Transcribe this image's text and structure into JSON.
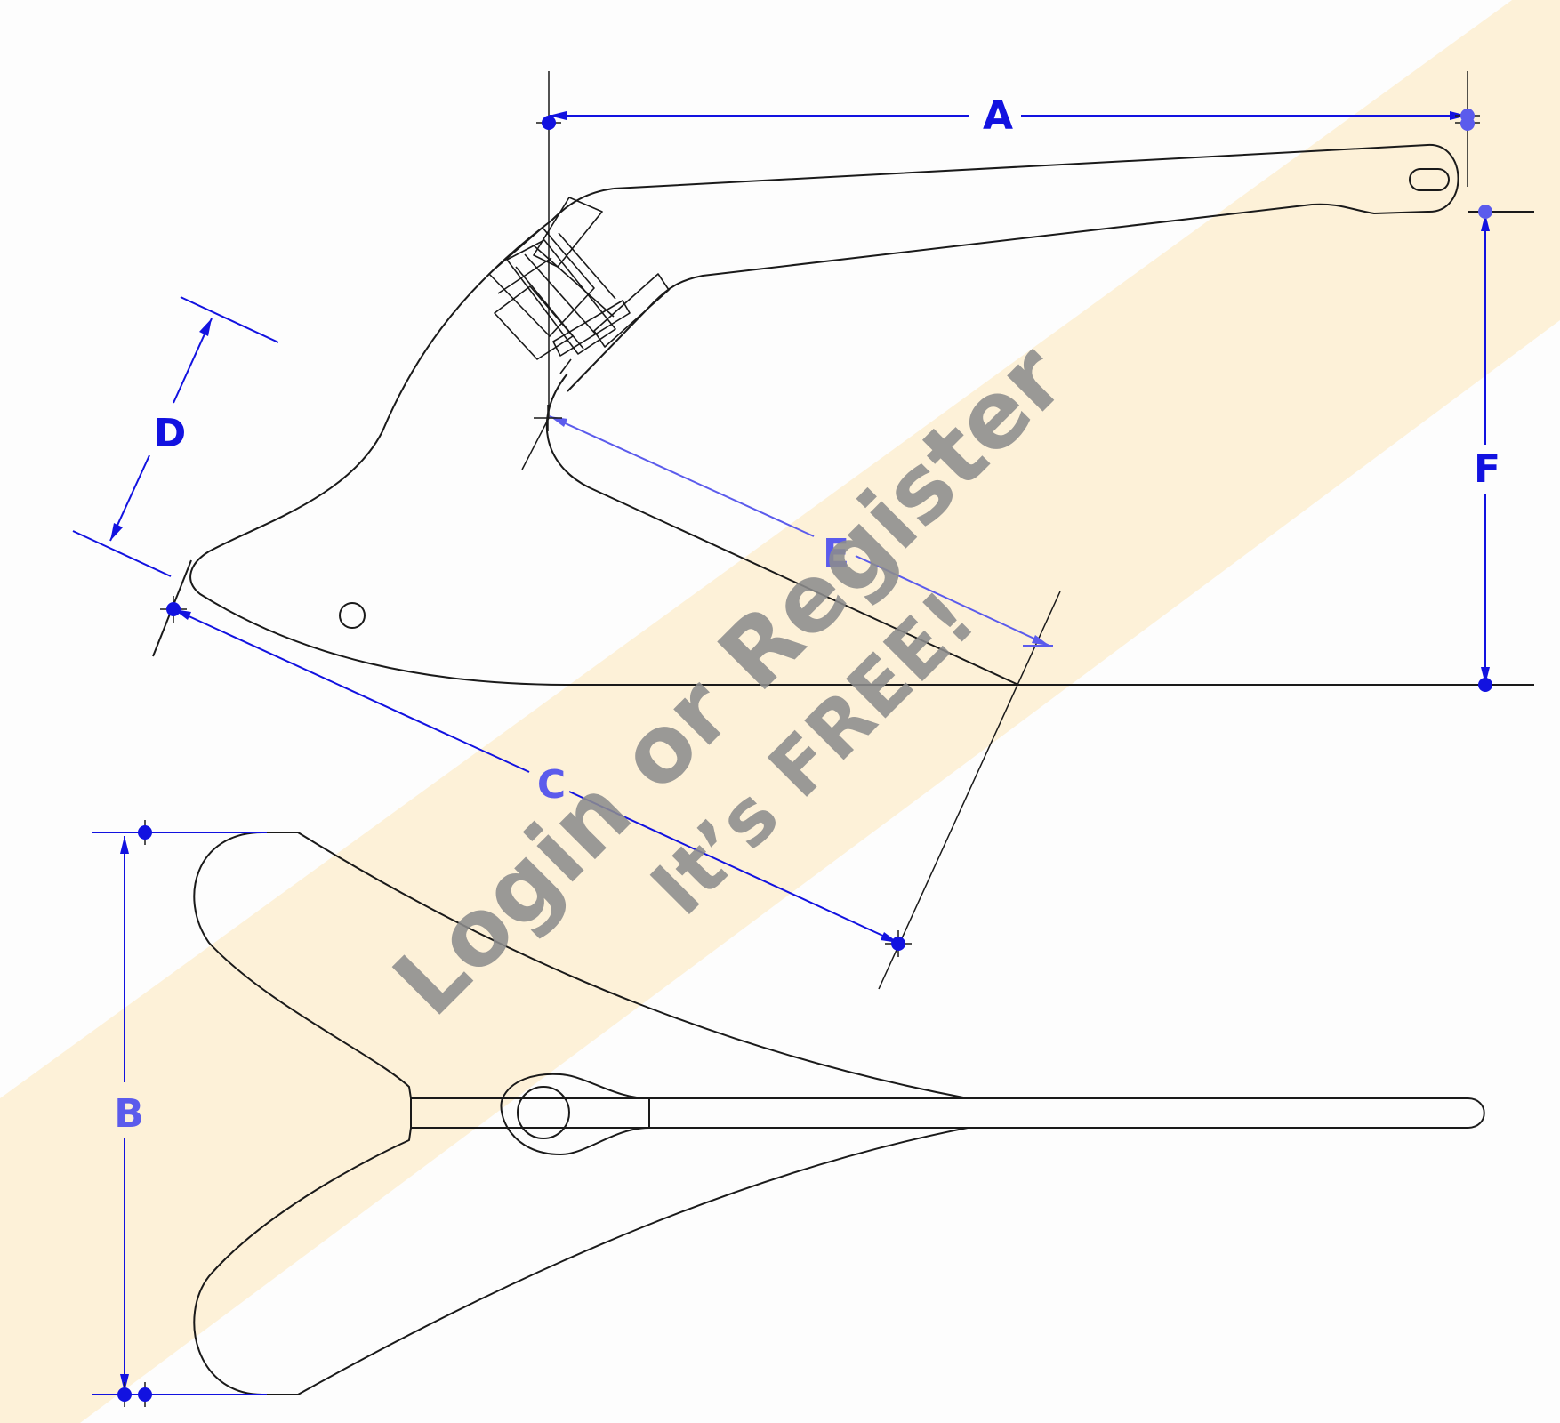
{
  "colors": {
    "background": "#fdfdfd",
    "band": "#fdf1d8",
    "outline": "#1a1a1a",
    "dimension": "#1212e0",
    "dimension_light": "#5b5bec",
    "watermark": "#8c8c8c"
  },
  "dimension_labels": {
    "A": "A",
    "B": "B",
    "C": "C",
    "D": "D",
    "E": "E",
    "F": "F"
  },
  "watermark": {
    "line1": "Login or Register",
    "line2": "It’s FREE!"
  }
}
